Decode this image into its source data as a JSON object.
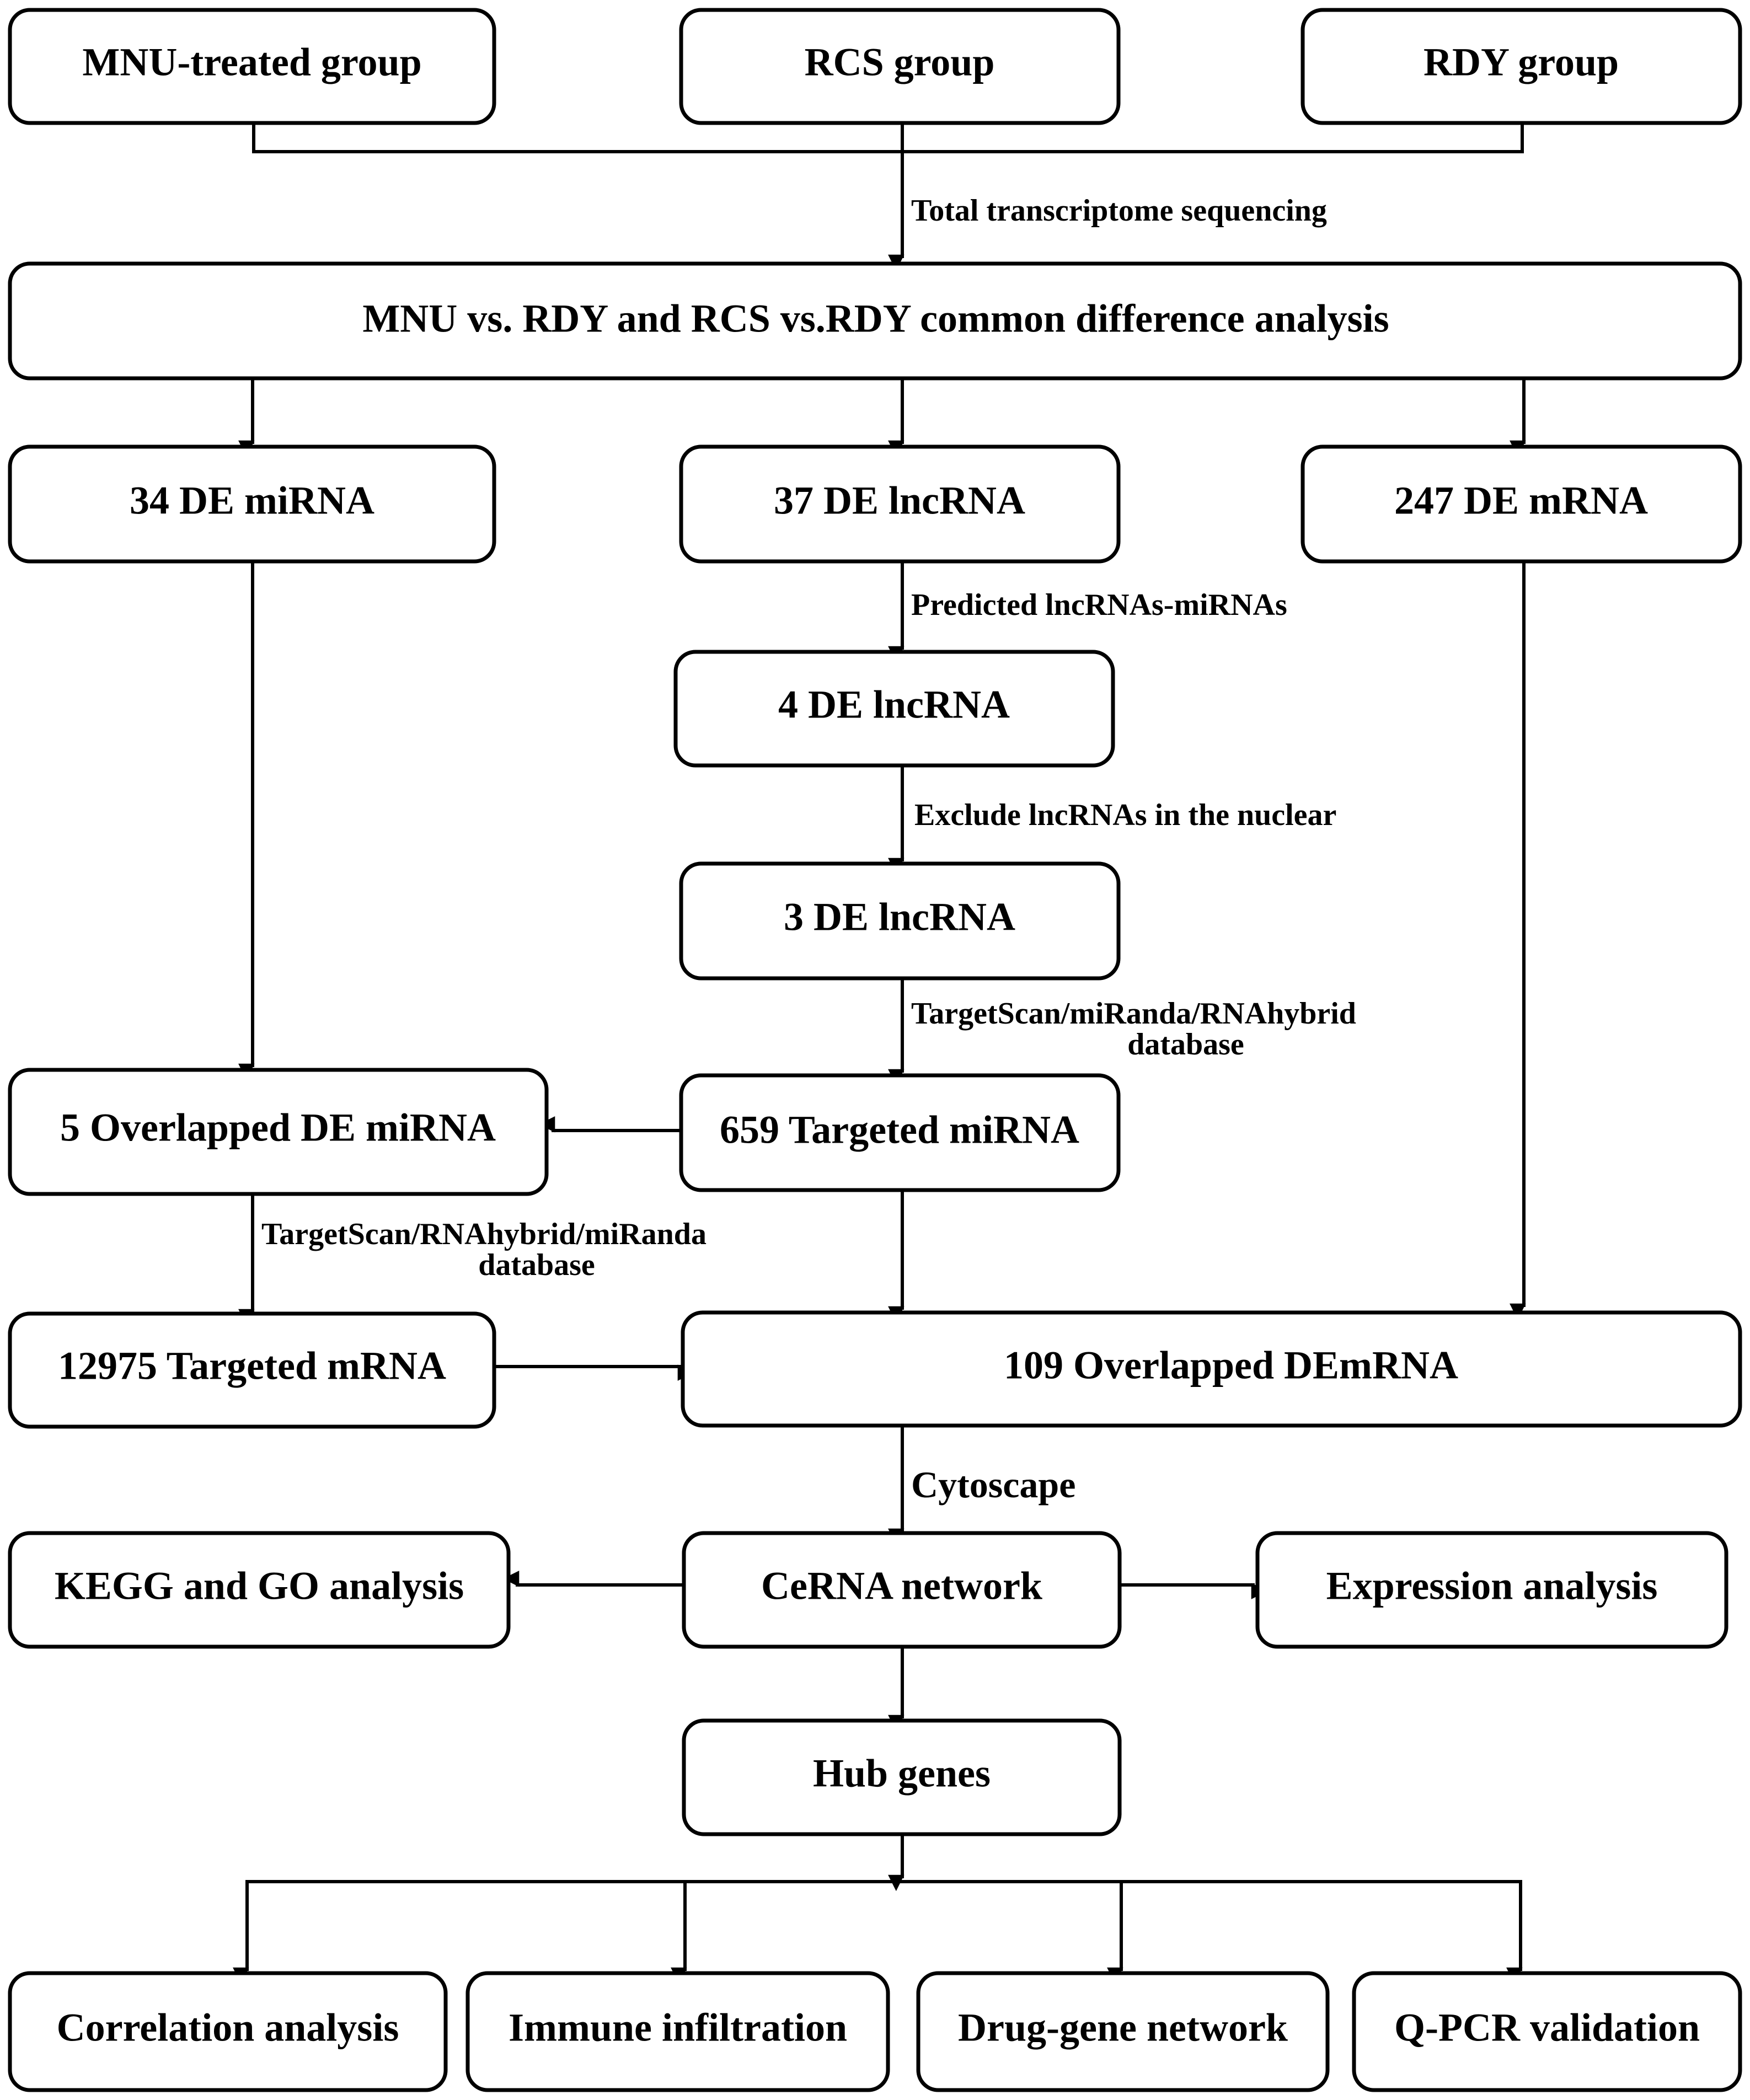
{
  "nodes": {
    "mnu_group": "MNU-treated group",
    "rcs_group": "RCS group",
    "rdy_group": "RDY group",
    "common_analysis": "MNU vs. RDY and RCS vs.RDY common difference analysis",
    "de_mirna": "34 DE miRNA",
    "de_lncrna_37": "37 DE lncRNA",
    "de_mrna": "247 DE mRNA",
    "de_lncrna_4": "4 DE lncRNA",
    "de_lncrna_3": "3 DE lncRNA",
    "overlapped_de_mirna": "5 Overlapped DE miRNA",
    "targeted_mirna": "659 Targeted miRNA",
    "targeted_mrna": "12975 Targeted mRNA",
    "overlapped_demrna": "109 Overlapped DEmRNA",
    "kegg_go": "KEGG and GO analysis",
    "cerna_network": "CeRNA network",
    "expression_analysis": "Expression analysis",
    "hub_genes": "Hub genes",
    "correlation_analysis": "Correlation analysis",
    "immune_infiltration": "Immune infiltration",
    "drug_gene_network": "Drug-gene network",
    "qpcr_validation": "Q-PCR validation"
  },
  "edge_labels": {
    "sequencing": "Total transcriptome sequencing",
    "predicted": "Predicted lncRNAs-miRNAs",
    "exclude": "Exclude lncRNAs in the nuclear",
    "db1_line1": "TargetScan/miRanda/RNAhybrid",
    "db1_line2": "database",
    "db2_line1": "TargetScan/RNAhybrid/miRanda",
    "db2_line2": "database",
    "cytoscape": "Cytoscape"
  }
}
